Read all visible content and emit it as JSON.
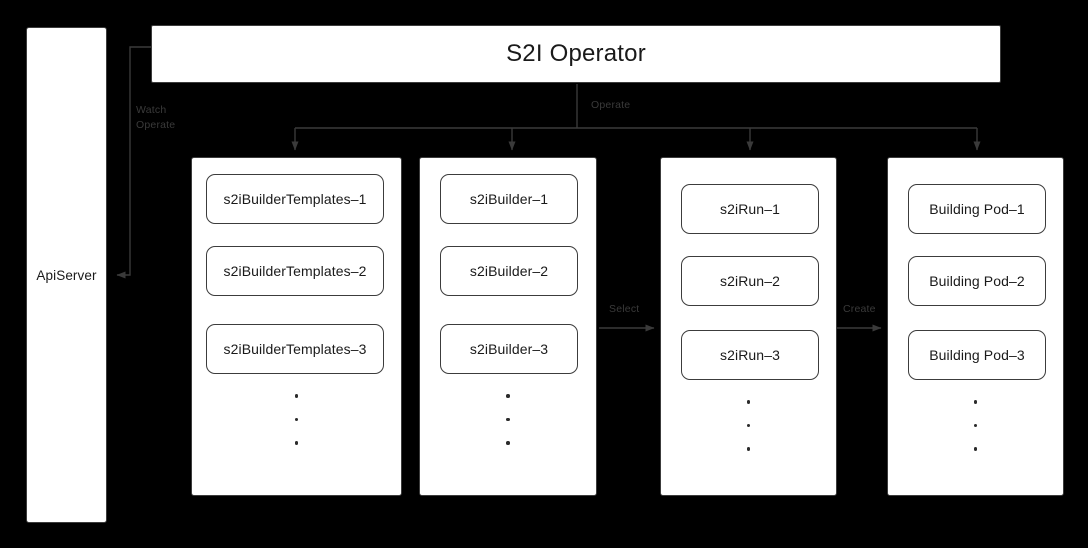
{
  "diagram": {
    "title": "S2I Operator",
    "background_color": "#000000",
    "node_fill_color": "#ffffff",
    "node_border_color": "#3c3c3c",
    "edge_color": "#3a3a3a",
    "text_color": "#1a1a1a"
  },
  "api_server": {
    "label": "ApiServer"
  },
  "operator": {
    "label": "S2I Operator"
  },
  "edges": {
    "watch_operate": {
      "line1": "Watch",
      "line2": "Operate"
    },
    "operate": "Operate",
    "select": "Select",
    "create": "Create"
  },
  "columns": [
    {
      "name": "s2ibuildertemplates",
      "items": [
        "s2iBuilderTemplates–1",
        "s2iBuilderTemplates–2",
        "s2iBuilderTemplates–3"
      ],
      "ellipsis_dots": 3
    },
    {
      "name": "s2ibuilder",
      "items": [
        "s2iBuilder–1",
        "s2iBuilder–2",
        "s2iBuilder–3"
      ],
      "ellipsis_dots": 3
    },
    {
      "name": "s2irun",
      "items": [
        "s2iRun–1",
        "s2iRun–2",
        "s2iRun–3"
      ],
      "ellipsis_dots": 3
    },
    {
      "name": "building-pod",
      "items": [
        "Building Pod–1",
        "Building Pod–2",
        "Building Pod–3"
      ],
      "ellipsis_dots": 3
    }
  ]
}
